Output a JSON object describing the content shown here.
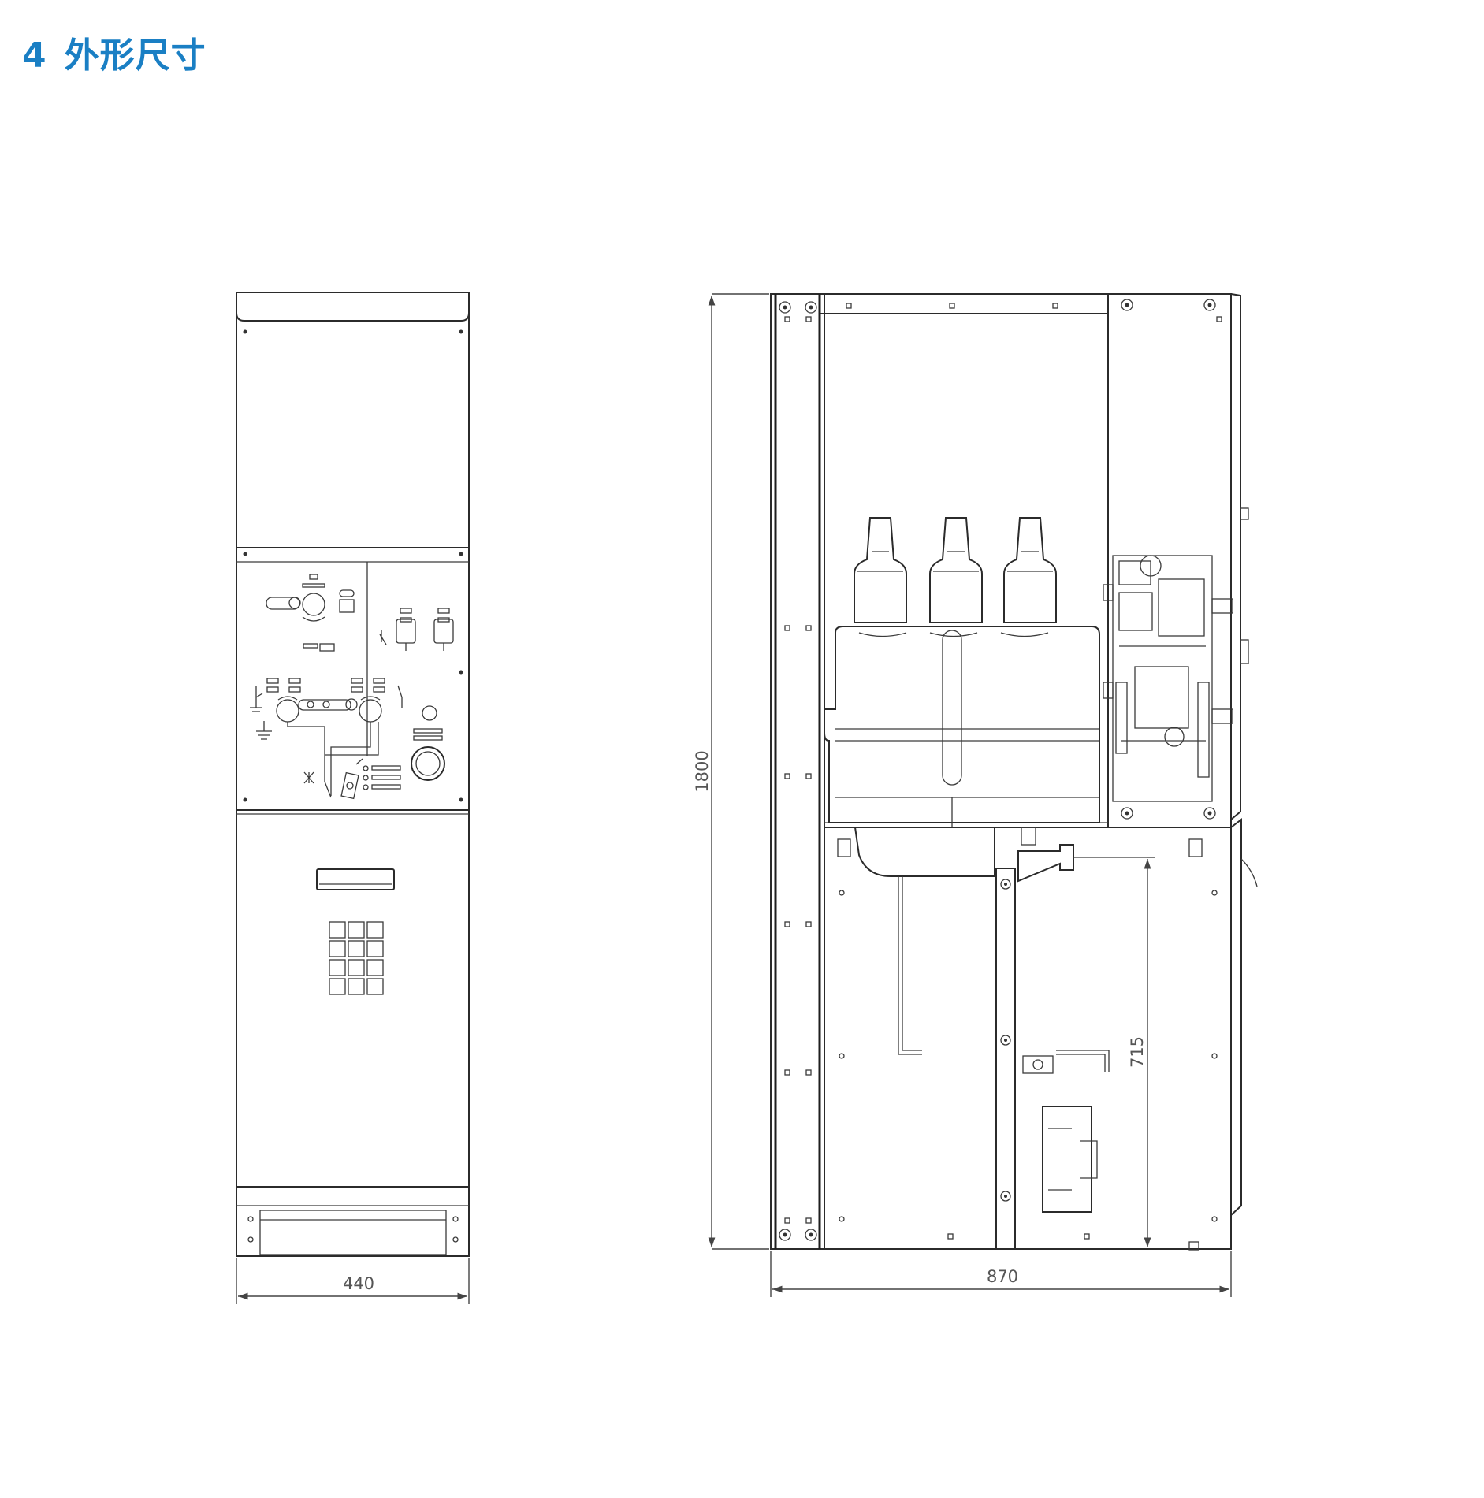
{
  "section": {
    "number": "4",
    "title": "外形尺寸",
    "color": "#1a7fc4"
  },
  "dimensions": {
    "front_width": "440",
    "side_depth": "870",
    "total_height": "1800",
    "cable_height": "715"
  },
  "views": [
    "front-view",
    "side-view"
  ]
}
